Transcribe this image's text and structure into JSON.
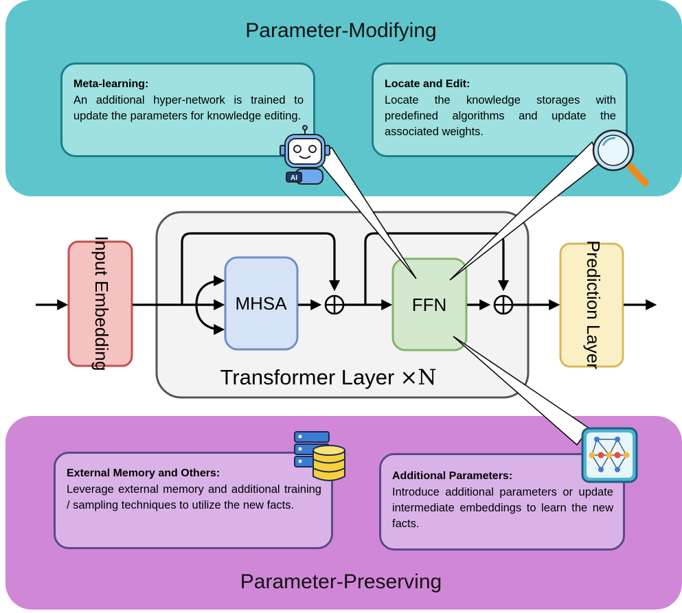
{
  "colors": {
    "top_panel": "#5ec5cc",
    "top_card_fill": "#9fe0e0",
    "top_card_border": "#1c7f86",
    "bottom_panel": "#d187d8",
    "bottom_card_fill": "#d9b3e8",
    "bottom_card_border": "#5a4b82",
    "transformer_box": "#f3f3f3",
    "input_embedding": "#f4c2c1",
    "mhsa": "#d6e3f7",
    "ffn": "#d3e8cd",
    "prediction_layer": "#fbefc5"
  },
  "top_panel": {
    "title": "Parameter-Modifying",
    "cards": [
      {
        "title": "Meta-learning:",
        "body": "An additional hyper-network is trained to update the parameters for knowledge editing.",
        "icon": "robot-icon"
      },
      {
        "title": "Locate and Edit:",
        "body": "Locate the knowledge storages with predefined algorithms and update the associated weights.",
        "icon": "magnifier-icon"
      }
    ]
  },
  "bottom_panel": {
    "title": "Parameter-Preserving",
    "cards": [
      {
        "title": "External Memory and Others:",
        "body": "Leverage external memory and additional training / sampling techniques to utilize the new facts.",
        "icon": "database-icon"
      },
      {
        "title": "Additional Parameters:",
        "body": "Introduce additional parameters or update intermediate embeddings to learn the new facts.",
        "icon": "neural-network-icon"
      }
    ]
  },
  "model": {
    "input_embedding": "Input Embedding",
    "mhsa": "MHSA",
    "ffn": "FFN",
    "prediction_layer": "Prediction Layer",
    "transformer_label": "Transformer Layer",
    "transformer_times": "×N",
    "robot_badge": "AI"
  }
}
